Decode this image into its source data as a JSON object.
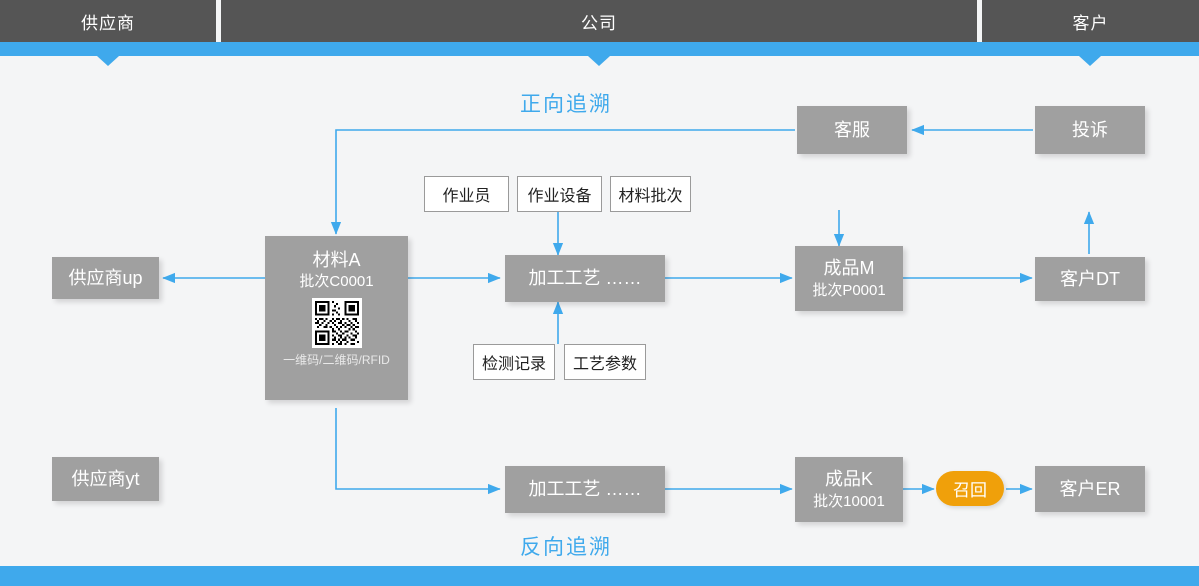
{
  "header": {
    "tabs": [
      {
        "label": "供应商"
      },
      {
        "label": "公司"
      },
      {
        "label": "客户"
      }
    ]
  },
  "captions": {
    "forward": "正向追溯",
    "reverse": "反向追溯"
  },
  "colors": {
    "accent_blue": "#3fa9ec",
    "node_grey": "#a0a0a0",
    "header_grey": "#555555",
    "recall_orange": "#f0a00a",
    "canvas_bg": "#f4f5f6"
  },
  "nodes": {
    "supplier_up": {
      "title": "供应商up"
    },
    "supplier_yt": {
      "title": "供应商yt"
    },
    "material_a": {
      "title": "材料A",
      "batch": "批次C0001",
      "code_note": "一维码/二维码/RFID",
      "code_icon": "qr-code"
    },
    "process_top": {
      "title": "加工工艺  ……"
    },
    "process_bottom": {
      "title": "加工工艺  ……"
    },
    "product_m": {
      "title": "成品M",
      "batch": "批次P0001"
    },
    "product_k": {
      "title": "成品K",
      "batch": "批次10001"
    },
    "customer_dt": {
      "title": "客户DT"
    },
    "customer_er": {
      "title": "客户ER"
    },
    "customer_service": {
      "title": "客服"
    },
    "complaint": {
      "title": "投诉"
    },
    "recall": {
      "title": "召回"
    }
  },
  "attributes": {
    "operator": "作业员",
    "equipment": "作业设备",
    "material_lot": "材料批次",
    "test_record": "检测记录",
    "process_param": "工艺参数"
  }
}
